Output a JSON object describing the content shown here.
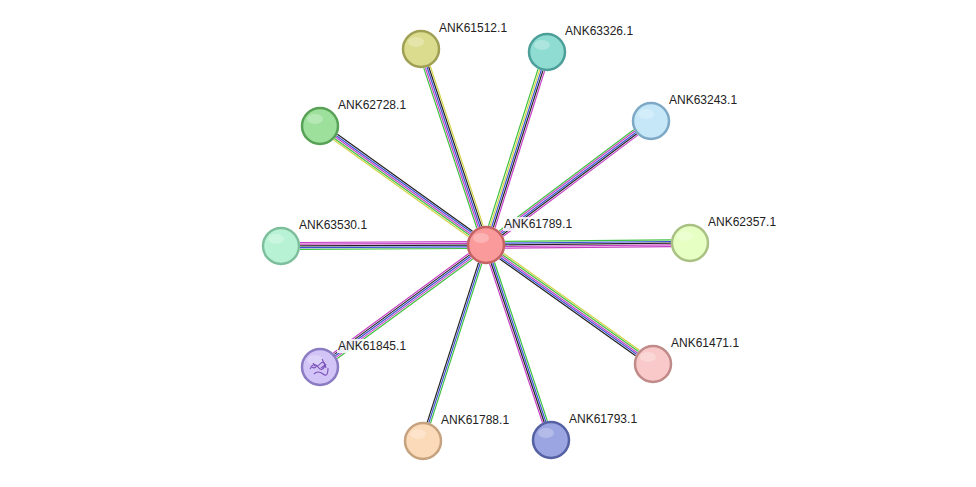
{
  "diagram": {
    "nodes": [
      {
        "text": [
          "ANK61512.1"
        ]
      },
      {
        "text": [
          "ANK63326.1"
        ]
      },
      {
        "text": [
          "ANK63243.1"
        ]
      },
      {
        "text": [
          "ANK62728.1"
        ]
      },
      {
        "text": [
          "ANK63530.1"
        ]
      },
      {
        "text": [
          "ANK61789.1"
        ]
      },
      {
        "text": [
          "ANK62357.1"
        ]
      },
      {
        "text": [
          "ANK61845.1"
        ]
      },
      {
        "text": [
          "ANK61471.1"
        ]
      },
      {
        "text": [
          "ANK61788.1"
        ]
      },
      {
        "text": [
          "ANK61793.1"
        ]
      }
    ],
    "edges": [
      {
        "from": 5,
        "to": 0,
        "arrow": "none"
      },
      {
        "from": 5,
        "to": 1,
        "arrow": "none"
      },
      {
        "from": 5,
        "to": 2,
        "arrow": "none"
      },
      {
        "from": 5,
        "to": 3,
        "arrow": "none"
      },
      {
        "from": 5,
        "to": 4,
        "arrow": "none"
      },
      {
        "from": 5,
        "to": 6,
        "arrow": "none"
      },
      {
        "from": 5,
        "to": 7,
        "arrow": "none"
      },
      {
        "from": 5,
        "to": 8,
        "arrow": "none"
      },
      {
        "from": 5,
        "to": 9,
        "arrow": "none"
      },
      {
        "from": 5,
        "to": 10,
        "arrow": "none"
      }
    ]
  }
}
